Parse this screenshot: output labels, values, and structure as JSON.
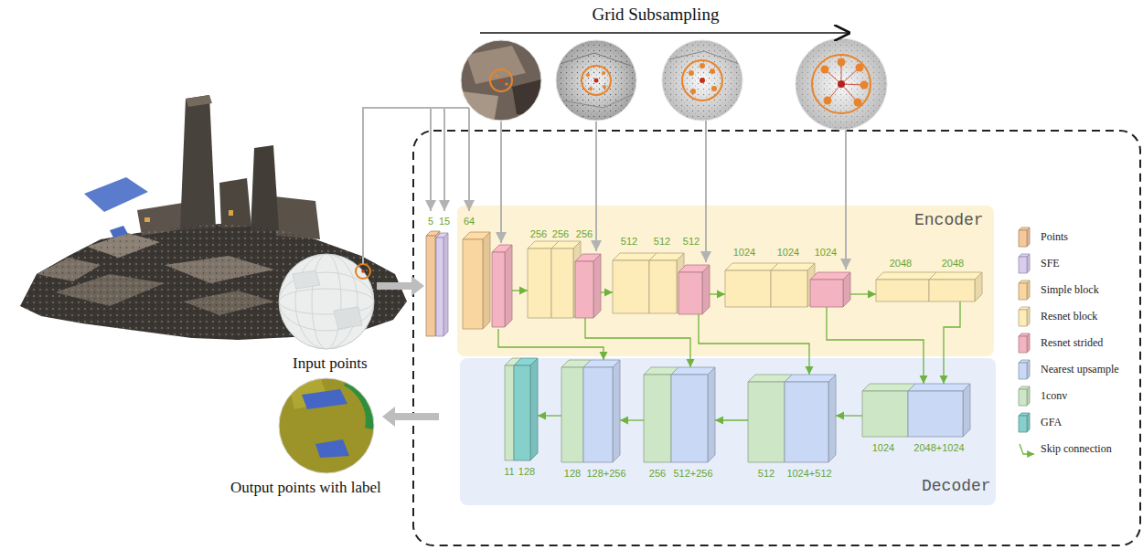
{
  "diagram": {
    "nodes": [
      {
        "text": [
          "5"
        ]
      },
      {
        "text": [
          "15"
        ]
      },
      {
        "text": [
          "Encoder"
        ]
      },
      {
        "text": [
          "64"
        ],
        "in": 2
      },
      {
        "text": [
          "256"
        ],
        "in": 2
      },
      {
        "text": [
          "256"
        ],
        "in": 2
      },
      {
        "text": [
          "256"
        ],
        "in": 2
      },
      {
        "text": [
          "512"
        ],
        "in": 2
      },
      {
        "text": [
          "512"
        ],
        "in": 2
      },
      {
        "text": [
          "512"
        ],
        "in": 2
      },
      {
        "text": [
          "1024"
        ],
        "in": 2
      },
      {
        "text": [
          "1024"
        ],
        "in": 2
      },
      {
        "text": [
          "1024"
        ],
        "in": 2
      },
      {
        "text": [
          "2048"
        ],
        "in": 2
      },
      {
        "text": [
          "2048"
        ],
        "in": 2
      },
      {
        "text": [
          "Decoder"
        ]
      },
      {
        "text": [
          "11"
        ],
        "in": 15
      },
      {
        "text": [
          "128"
        ],
        "in": 15
      },
      {
        "text": [
          "128"
        ],
        "in": 15
      },
      {
        "text": [
          "128+256"
        ],
        "in": 15
      },
      {
        "text": [
          "256"
        ],
        "in": 15
      },
      {
        "text": [
          "512+256"
        ],
        "in": 15
      },
      {
        "text": [
          "512"
        ],
        "in": 15
      },
      {
        "text": [
          "1024+512"
        ],
        "in": 15
      },
      {
        "text": [
          "1024"
        ],
        "in": 15
      },
      {
        "text": [
          "2048+1024"
        ],
        "in": 15
      }
    ],
    "edges": [
      {
        "from": 3,
        "to": 4,
        "arrow": "to"
      },
      {
        "from": 6,
        "to": 7,
        "arrow": "to"
      },
      {
        "from": 9,
        "to": 10,
        "arrow": "to"
      },
      {
        "from": 12,
        "to": 13,
        "arrow": "to"
      },
      {
        "from": 3,
        "to": 19,
        "arrow": "to"
      },
      {
        "from": 6,
        "to": 21,
        "arrow": "to"
      },
      {
        "from": 9,
        "to": 23,
        "arrow": "to"
      },
      {
        "from": 12,
        "to": 25,
        "arrow": "to"
      },
      {
        "from": 14,
        "to": 25,
        "arrow": "to"
      },
      {
        "from": 24,
        "to": 23,
        "arrow": "to"
      },
      {
        "from": 22,
        "to": 21,
        "arrow": "to"
      },
      {
        "from": 20,
        "to": 19,
        "arrow": "to"
      },
      {
        "from": 18,
        "to": 17,
        "arrow": "to"
      }
    ],
    "labels": [
      "Grid Subsampling",
      "Input points",
      "Output points with label"
    ],
    "legend": [
      {
        "text": "Points",
        "color": "#f3c89b"
      },
      {
        "text": "SFE",
        "color": "#d9ccef"
      },
      {
        "text": "Simple block",
        "color": "#f9d6a0"
      },
      {
        "text": "Resnet block",
        "color": "#fdebb8"
      },
      {
        "text": "Resnet strided",
        "color": "#f4b3c1"
      },
      {
        "text": "Nearest upsample",
        "color": "#c9d8f4"
      },
      {
        "text": "1conv",
        "color": "#cde6c6"
      },
      {
        "text": "GFA",
        "color": "#86d0cc"
      },
      {
        "text": "Skip connection"
      }
    ]
  }
}
